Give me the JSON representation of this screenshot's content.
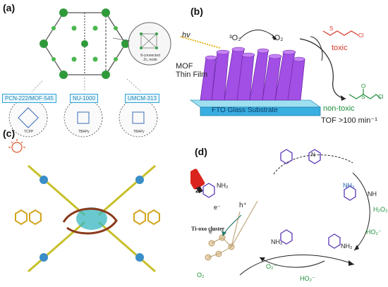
{
  "panels": {
    "a": "(a)",
    "b": "(b)",
    "c": "(c)",
    "d": "(d)"
  },
  "panel_a": {
    "node_label_line1": "8-connected",
    "node_label_line2": "Zr₆ node",
    "mofs": [
      "PCN-222/MOF-545",
      "NU-1000",
      "UMCM-313"
    ],
    "linkers": [
      "TCPP",
      "TBAPy",
      "TBAPy"
    ]
  },
  "panel_b": {
    "hv": "hv",
    "o2_triplet": "³O₂",
    "o2_singlet": "¹O₂",
    "film_line1": "MOF",
    "film_line2": "Thin Film",
    "substrate": "FTO Glass Substrate",
    "toxic": "toxic",
    "nontoxic": "non-toxic",
    "cl": "Cl",
    "s": "S",
    "o": "O",
    "tof": "TOF >100 min⁻¹"
  },
  "panel_d": {
    "nh2": "NH₂",
    "two": "2",
    "h_plus": "h⁺",
    "e_minus": "e⁻",
    "cluster": "Ti-oxo cluster",
    "o2": "O₂",
    "superoxide": "O₂⁻",
    "nh3": "NH₃",
    "nh": "NH",
    "h2o2": "H₂O₂",
    "ho2_anion": "HO₂⁻",
    "nh2_cation": "NH₂",
    "n": "N"
  },
  "colors": {
    "purple": "#9a4be0",
    "red": "#d9382c",
    "green": "#1e8f3a",
    "blue": "#2aa3d6"
  }
}
